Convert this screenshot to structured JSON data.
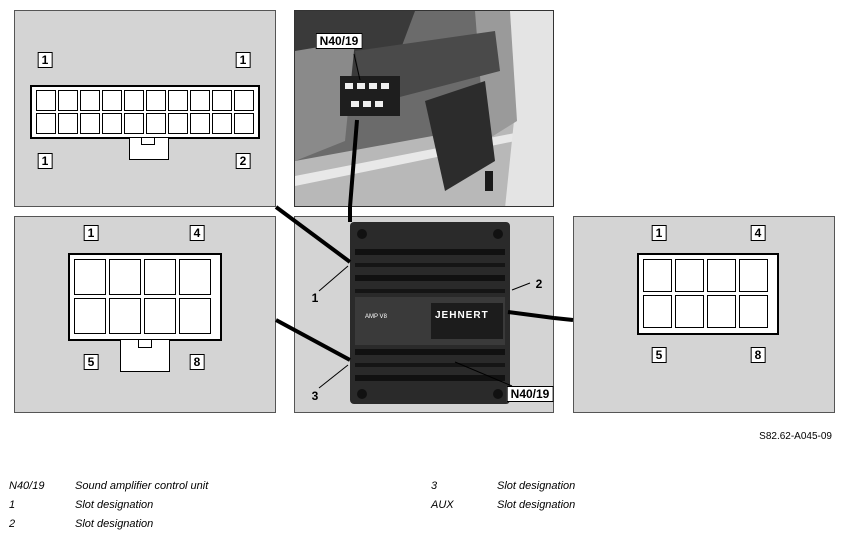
{
  "callouts": {
    "unit_top": "N40/19",
    "unit_bottom": "N40/19",
    "slot_1": "1",
    "slot_2": "2",
    "slot_3": "3"
  },
  "connector_20pin": {
    "top_left": "1",
    "top_right": "1",
    "bottom_left": "1",
    "bottom_right": "2"
  },
  "connector_8pin_left": {
    "top_left": "1",
    "top_right": "4",
    "bottom_left": "5",
    "bottom_right": "8"
  },
  "connector_8pin_right": {
    "top_left": "1",
    "top_right": "4",
    "bottom_left": "5",
    "bottom_right": "8"
  },
  "amplifier": {
    "model_text": "AMP V8",
    "brand_text": "JEHNERT"
  },
  "figure_ref": "S82.62-A045-09",
  "legend": [
    {
      "code": "N40/19",
      "text": "Sound amplifier control unit"
    },
    {
      "code": "1",
      "text": "Slot designation"
    },
    {
      "code": "2",
      "text": "Slot designation"
    },
    {
      "code": "3",
      "text": "Slot designation"
    },
    {
      "code": "AUX",
      "text": "Slot designation"
    }
  ],
  "colors": {
    "panel": "#d4d4d4",
    "amplifier": "#2a2a2a"
  }
}
